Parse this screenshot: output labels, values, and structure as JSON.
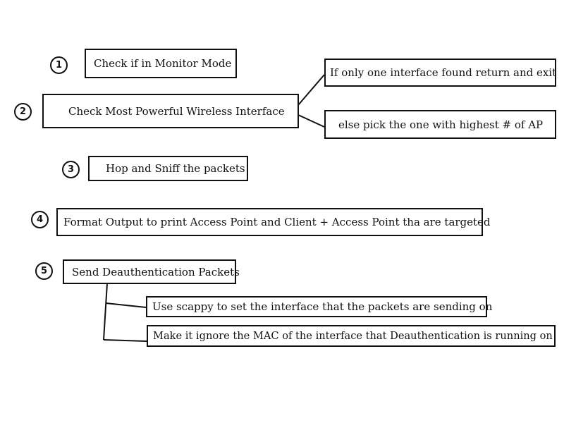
{
  "steps": [
    {
      "number": "1",
      "text": "Check if in Monitor Mode"
    },
    {
      "number": "2",
      "text": "Check Most Powerful Wireless Interface"
    },
    {
      "number": "3",
      "text": "Hop and Sniff the packets"
    },
    {
      "number": "4",
      "text": "Format Output to print Access Point and Client + Access Point tha are targeted"
    },
    {
      "number": "5",
      "text": "Send Deauthentication Packets"
    }
  ],
  "step2_branches": [
    "If only one interface found return and exit",
    "else pick the one with highest # of AP"
  ],
  "step5_branches": [
    "Use scappy to set the interface that the packets are sending on",
    "Make it ignore the MAC of the interface that Deauthentication is running on"
  ]
}
